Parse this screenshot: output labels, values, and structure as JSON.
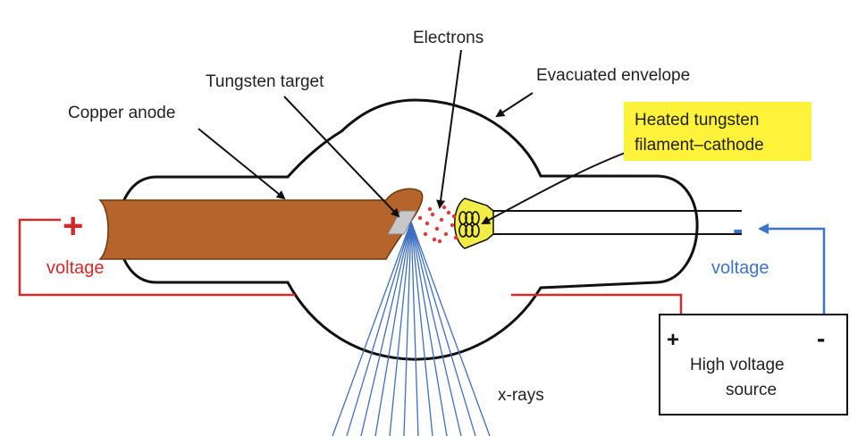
{
  "labels": {
    "electrons": "Electrons",
    "tungsten_target": "Tungsten target",
    "evacuated_envelope": "Evacuated envelope",
    "copper_anode": "Copper anode",
    "heated_filament_line1": "Heated tungsten",
    "heated_filament_line2": "filament–cathode",
    "xrays": "x-rays",
    "positive_voltage": "voltage",
    "negative_voltage": "voltage",
    "source_line1": "High voltage",
    "source_line2": "source"
  },
  "symbols": {
    "plus_left": "+",
    "minus_right": "-",
    "source_plus": "+",
    "source_minus": "-"
  },
  "colors": {
    "anode": "#b5652b",
    "positive_wire": "#d42a2a",
    "negative_wire": "#3d74c8",
    "xray": "#3f6fc0",
    "electron_dots": "#e03a3a",
    "highlight": "#fff23a",
    "filament_glow": "#f2ec46"
  }
}
